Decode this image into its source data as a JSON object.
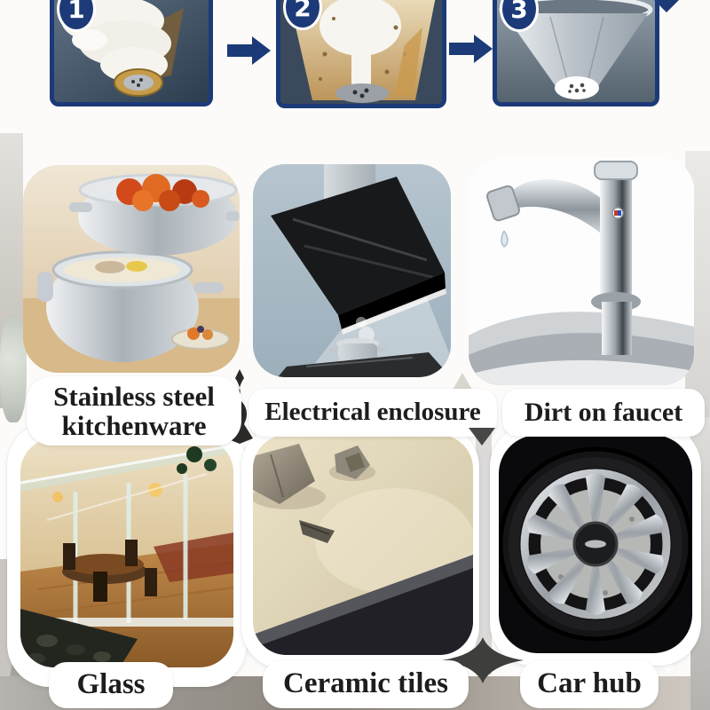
{
  "page": {
    "background": "#fcfbfa"
  },
  "steps": {
    "items": [
      {
        "number": "1"
      },
      {
        "number": "2"
      },
      {
        "number": "3"
      }
    ]
  },
  "categories": [
    {
      "label": "Stainless steel kitchenware"
    },
    {
      "label": "Electrical enclosure"
    },
    {
      "label": "Dirt on faucet"
    },
    {
      "label": "Glass"
    },
    {
      "label": "Ceramic tiles"
    },
    {
      "label": "Car hub"
    }
  ],
  "icons": {
    "sparkle": "✦"
  },
  "colors": {
    "accent_navy": "#1c3a78",
    "label_text": "#1d1d1d",
    "label_background": "#ffffff"
  }
}
